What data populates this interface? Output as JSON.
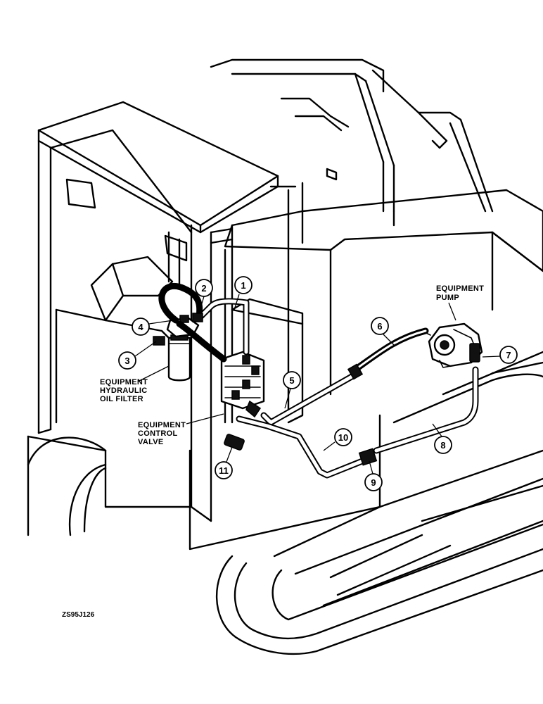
{
  "figure_code": "ZS95J126",
  "labels": {
    "equipment_pump": [
      "EQUIPMENT",
      "PUMP"
    ],
    "oil_filter": [
      "EQUIPMENT",
      "HYDRAULIC",
      "OIL FILTER"
    ],
    "control_valve": [
      "EQUIPMENT",
      "CONTROL",
      "VALVE"
    ]
  },
  "callouts": [
    "1",
    "2",
    "3",
    "4",
    "5",
    "6",
    "7",
    "8",
    "9",
    "10",
    "11"
  ],
  "colors": {
    "ink": "#000000",
    "paper": "#ffffff"
  }
}
